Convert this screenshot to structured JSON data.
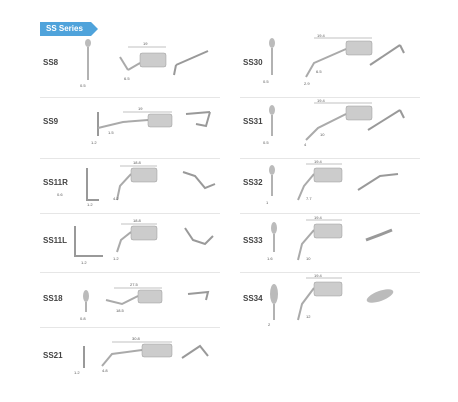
{
  "header": {
    "series_label": "SS Series"
  },
  "left": [
    {
      "code": "SS8",
      "dims": [
        "19",
        "6.5",
        "0.5"
      ]
    },
    {
      "code": "SS9",
      "dims": [
        "19",
        "1.5",
        "1.2"
      ]
    },
    {
      "code": "SS11R",
      "dims": [
        "18.8",
        "4.2",
        "1.2",
        "0.6"
      ]
    },
    {
      "code": "SS11L",
      "dims": [
        "18.8",
        "1.2",
        "1.2"
      ]
    },
    {
      "code": "SS18",
      "dims": [
        "27.5",
        "18.5",
        "0.8"
      ]
    },
    {
      "code": "SS21",
      "dims": [
        "30.8",
        "4.8",
        "1.2"
      ]
    }
  ],
  "right": [
    {
      "code": "SS30",
      "dims": [
        "19.4",
        "6.5",
        "0.5",
        "2.9"
      ]
    },
    {
      "code": "SS31",
      "dims": [
        "19.4",
        "10",
        "0.5",
        "4"
      ]
    },
    {
      "code": "SS32",
      "dims": [
        "19.4",
        "7.7",
        "1"
      ]
    },
    {
      "code": "SS33",
      "dims": [
        "19.4",
        "10",
        "1.6"
      ]
    },
    {
      "code": "SS34",
      "dims": [
        "19.4",
        "12",
        "2"
      ]
    }
  ]
}
